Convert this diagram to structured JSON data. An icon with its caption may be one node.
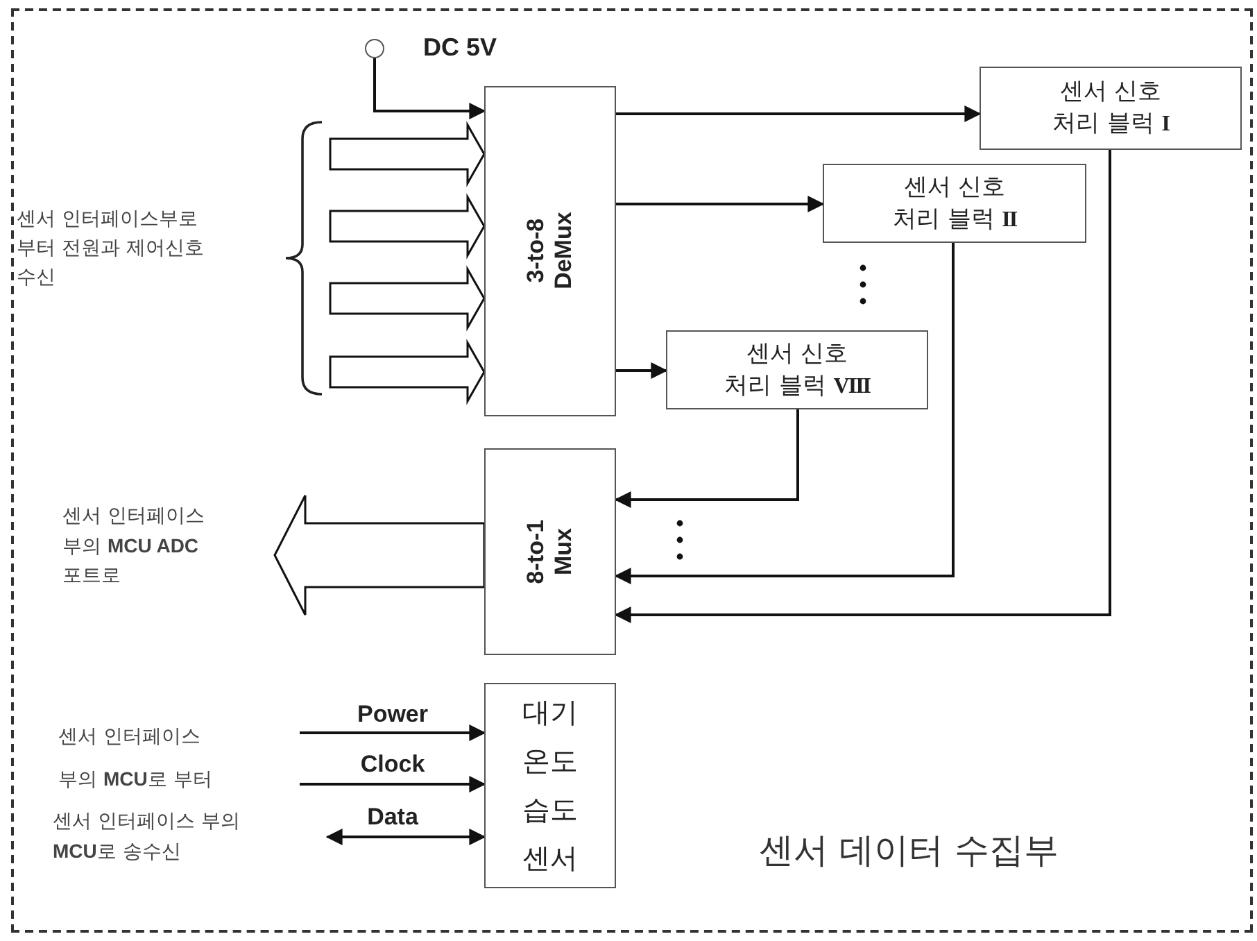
{
  "diagram": {
    "nodes": [
      {
        "text": [
          "센서 데이터 수집부"
        ]
      },
      {
        "text": [],
        "shape": "circle",
        "beside": [
          "DC 5V"
        ],
        "in": 0
      },
      {
        "text": [
          "3-to-8 DeMux"
        ],
        "in": 0
      },
      {
        "text": [
          "센서 신호 처리 블럭 **I**"
        ],
        "in": 0
      },
      {
        "text": [
          "센서 신호 처리 블럭 **II**"
        ],
        "in": 0
      },
      {
        "text": [
          "센서 신호 처리 블럭 **VIII**"
        ],
        "in": 0
      },
      {
        "text": [
          "8-to-1 Mux"
        ],
        "in": 0
      },
      {
        "text": [
          "대기 온도 습도 센서"
        ],
        "in": 0
      },
      {
        "text": [
          "센서 인터페이스 부의 **MCU ADC** 포트로"
        ],
        "in": 0
      },
      {
        "text": [
          "센서 인터페이스 부의 **MCU**로 부터"
        ],
        "in": 0
      },
      {
        "text": [
          "센서 인터페이스 부의 **MCU**로 송수신"
        ],
        "in": 0
      }
    ],
    "edges": [
      {
        "from": 1,
        "to": 2,
        "arrow": "to"
      },
      {
        "from": 2,
        "to": 3,
        "arrow": "to"
      },
      {
        "from": 2,
        "to": 4,
        "arrow": "to"
      },
      {
        "from": 2,
        "to": 5,
        "arrow": "to"
      },
      {
        "from": 5,
        "to": 6,
        "arrow": "to"
      },
      {
        "from": 4,
        "to": 6,
        "arrow": "to"
      },
      {
        "from": 3,
        "to": 6,
        "arrow": "to"
      },
      {
        "from": null,
        "to": 2,
        "arrow": "to",
        "style": "thick"
      },
      {
        "from": null,
        "to": 2,
        "arrow": "to",
        "style": "thick"
      },
      {
        "from": null,
        "to": 2,
        "arrow": "to",
        "style": "thick"
      },
      {
        "from": null,
        "to": 2,
        "arrow": "to",
        "style": "thick"
      },
      {
        "from": 6,
        "to": 8,
        "arrow": "to",
        "style": "thick"
      },
      {
        "from": 9,
        "to": 7,
        "label": "Power",
        "arrow": "to"
      },
      {
        "from": null,
        "to": 7,
        "label": "Clock",
        "arrow": "to"
      },
      {
        "from": 10,
        "to": 7,
        "label": "Data",
        "arrow": "both"
      }
    ],
    "labels": [
      "센서 인터페이스부로 부터 전원과 제어신호 수신"
    ]
  }
}
